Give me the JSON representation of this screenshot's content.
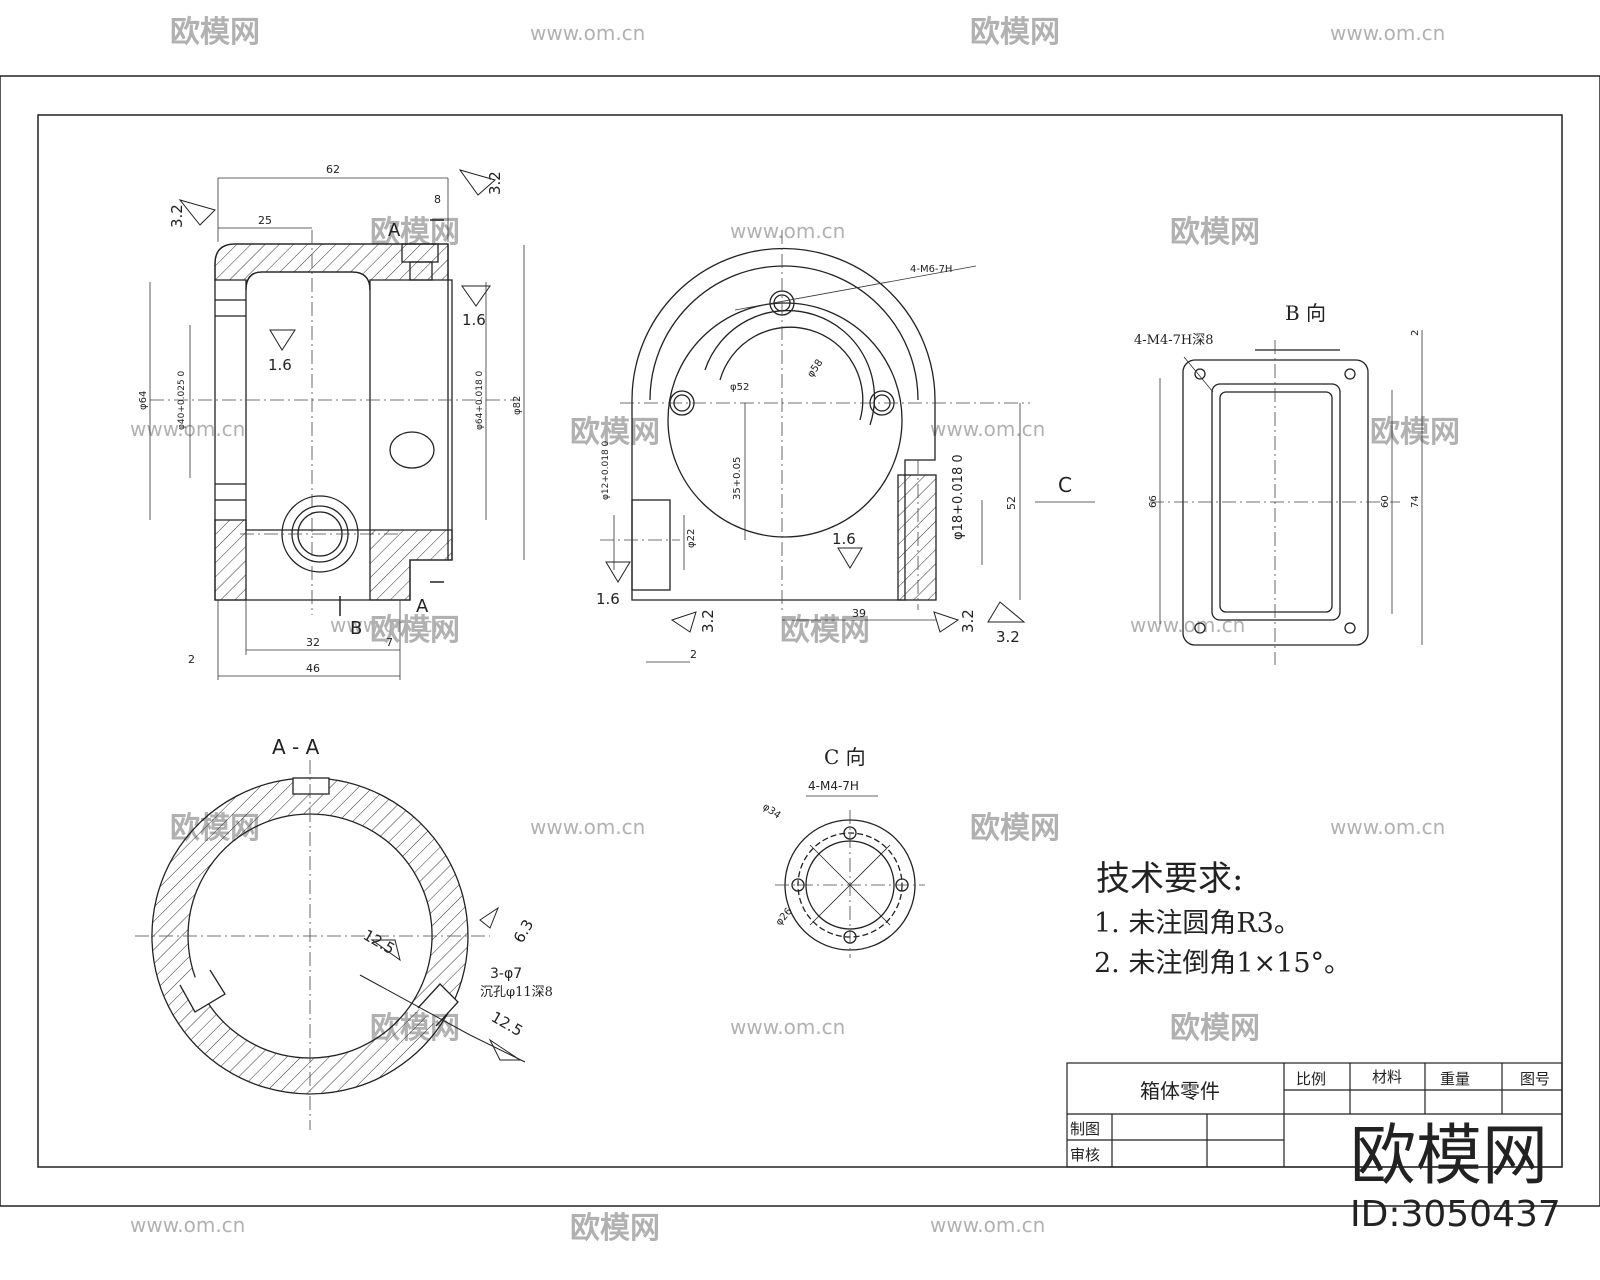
{
  "watermark": {
    "brand": "欧模网",
    "url": "www.om.cn",
    "badge_title": "欧模网",
    "badge_id": "ID:3050437"
  },
  "main_view": {
    "dims": {
      "top_width": "62",
      "top_left": "25",
      "top_slot": "8",
      "bore_dia_left": "φ64",
      "bore_dia_tol": "φ40+0.025 0",
      "bore_dia_right": "φ64+0.018 0",
      "overall_height": "φ82",
      "bottom_inner": "32",
      "bottom_right": "7",
      "bottom_overall": "46",
      "wall": "2"
    },
    "roughness": [
      "3.2",
      "3.2",
      "1.6",
      "1.6"
    ],
    "section_marks": [
      "A",
      "A",
      "B"
    ]
  },
  "side_view": {
    "dims": {
      "thread": "4-M6-7H",
      "d58": "φ58",
      "d52": "φ52",
      "h35": "35+0.05",
      "d12": "φ12+0.018 0",
      "d22": "φ22",
      "d18": "φ18+0.018 0",
      "h52": "52",
      "w39": "39",
      "wall2": "2"
    },
    "roughness": [
      "1.6",
      "1.6",
      "3.2",
      "3.2",
      "3.2"
    ],
    "view_mark": "C"
  },
  "b_view": {
    "title": "B 向",
    "thread": "4-M4-7H深8",
    "dims": {
      "d66": "66",
      "d60": "60",
      "d74": "74",
      "d2": "2"
    }
  },
  "aa_view": {
    "title": "A - A",
    "roughness": [
      "6.3",
      "12.5",
      "12.5"
    ],
    "holes": "3-φ7",
    "counterbore": "沉孔φ11深8"
  },
  "c_view": {
    "title": "C 向",
    "thread": "4-M4-7H",
    "d34": "φ34",
    "d26": "φ26"
  },
  "tech_req": {
    "heading": "技术要求:",
    "items": [
      "1.  未注圆角R3。",
      "2.  未注倒角1×15°。"
    ]
  },
  "title_block": {
    "part_name": "箱体零件",
    "headers": [
      "比例",
      "材料",
      "重量",
      "图号"
    ],
    "rows": [
      "制图",
      "审核"
    ]
  }
}
